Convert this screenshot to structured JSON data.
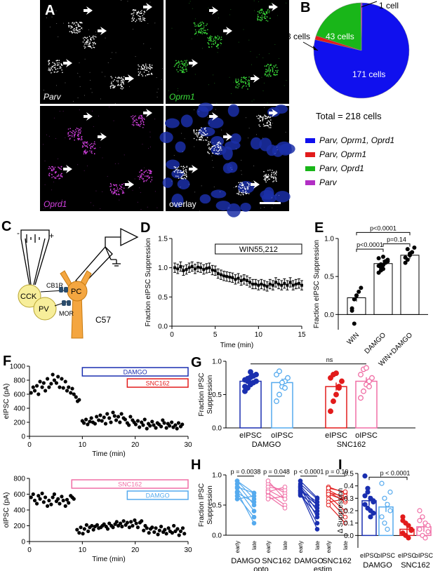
{
  "panels": {
    "a": "A",
    "b": "B",
    "c": "C",
    "d": "D",
    "e": "E",
    "f": "F",
    "g": "G",
    "h": "H",
    "i": "I"
  },
  "micrographs": {
    "parv": "Parv",
    "oprm1": "Oprm1",
    "oprd1": "Oprd1",
    "overlay": "overlay"
  },
  "pie": {
    "label_1cell": "1 cell",
    "label_3cells": "3 cells",
    "label_43cells": "43 cells",
    "label_171cells": "171 cells",
    "total": "Total = 218 cells",
    "legend": [
      {
        "label": "Parv, Oprm1, Oprd1",
        "color": "#1010ee"
      },
      {
        "label": "Parv, Oprm1",
        "color": "#e21b1b"
      },
      {
        "label": "Parv, Oprd1",
        "color": "#19b619"
      },
      {
        "label": "Parv",
        "color": "#b22fc4"
      }
    ]
  },
  "schematic": {
    "cck": "CCK",
    "pv": "PV",
    "pc": "PC",
    "cb1r": "CB1R",
    "mor": "MOR",
    "c57": "C57",
    "minus": "-",
    "plus": "+"
  },
  "chart_data": [
    {
      "panel": "A",
      "type": "other",
      "labels": [
        "Parv",
        "Oprm1",
        "Oprd1",
        "overlay"
      ]
    },
    {
      "panel": "B",
      "type": "pie",
      "categories": [
        "Parv, Oprm1, Oprd1",
        "Parv, Oprd1",
        "Parv, Oprm1",
        "Parv"
      ],
      "values": [
        171,
        43,
        3,
        1
      ],
      "total": 218
    },
    {
      "panel": "D",
      "type": "line",
      "xlabel": "Time (min)",
      "ylabel": "Fraction eIPSC Suppression",
      "xlim": [
        0,
        15
      ],
      "ylim": [
        0,
        1.5
      ],
      "xticks": [
        0,
        5,
        10,
        15
      ],
      "yticks": [
        0.0,
        0.5,
        1.0,
        1.5
      ],
      "annotation": "WIN55,212",
      "annotation_x": [
        5,
        15
      ],
      "x": [
        0.33,
        0.67,
        1.0,
        1.33,
        1.67,
        2.0,
        2.33,
        2.67,
        3.0,
        3.33,
        3.67,
        4.0,
        4.33,
        4.67,
        5.0,
        5.33,
        5.67,
        6.0,
        6.33,
        6.67,
        7.0,
        7.33,
        7.67,
        8.0,
        8.33,
        8.67,
        9.0,
        9.33,
        9.67,
        10.0,
        10.33,
        10.67,
        11.0,
        11.33,
        11.67,
        12.0,
        12.33,
        12.67,
        13.0,
        13.33,
        13.67,
        14.0,
        14.33,
        14.67,
        15.0
      ],
      "y": [
        1.0,
        0.98,
        1.02,
        0.95,
        0.97,
        1.0,
        1.02,
        0.98,
        1.01,
        1.0,
        0.97,
        0.99,
        1.0,
        0.96,
        0.95,
        0.9,
        0.88,
        0.86,
        0.85,
        0.84,
        0.83,
        0.8,
        0.82,
        0.78,
        0.8,
        0.78,
        0.75,
        0.72,
        0.72,
        0.7,
        0.72,
        0.7,
        0.68,
        0.72,
        0.7,
        0.75,
        0.72,
        0.7,
        0.73,
        0.7,
        0.75,
        0.7,
        0.72,
        0.73,
        0.7
      ],
      "err": 0.08
    },
    {
      "panel": "E",
      "type": "bar",
      "categories": [
        "WIN",
        "DAMGO",
        "WIN+DAMGO"
      ],
      "values": [
        0.22,
        0.67,
        0.78
      ],
      "ylabel": "Fraction eIPSC Suppression",
      "ylim": [
        -0.2,
        1.0
      ],
      "yticks": [
        0.0,
        0.5,
        1.0
      ],
      "points": [
        [
          0.05,
          0.2,
          0.25,
          0.3,
          0.35,
          0.08,
          -0.12,
          0.25
        ],
        [
          0.55,
          0.62,
          0.65,
          0.7,
          0.72,
          0.74,
          0.66,
          0.6,
          0.68,
          0.7,
          0.64,
          0.58,
          0.76
        ],
        [
          0.68,
          0.72,
          0.8,
          0.82,
          0.88,
          0.75,
          0.86,
          0.78
        ]
      ],
      "significance": [
        {
          "pair": [
            "WIN",
            "DAMGO"
          ],
          "label": "p<0.0001"
        },
        {
          "pair": [
            "DAMGO",
            "WIN+DAMGO"
          ],
          "label": "p=0.14"
        },
        {
          "pair": [
            "WIN",
            "WIN+DAMGO"
          ],
          "label": "p<0.0001"
        }
      ]
    },
    {
      "panel": "F-top",
      "type": "scatter",
      "ylabel": "eIPSC (pA)",
      "xlabel": "Time (min)",
      "xlim": [
        0,
        30
      ],
      "ylim": [
        0,
        1000
      ],
      "xticks": [
        0,
        10,
        20,
        30
      ],
      "yticks": [
        0,
        200,
        400,
        600,
        800,
        1000
      ],
      "annotations": [
        {
          "label": "DAMGO",
          "x": [
            10,
            30
          ],
          "color": "#1a2fb0"
        },
        {
          "label": "SNC162",
          "x": [
            18.5,
            30
          ],
          "color": "#e21b1b"
        }
      ],
      "x": [
        0.3,
        0.7,
        1.0,
        1.4,
        1.7,
        2.0,
        2.4,
        2.7,
        3.0,
        3.4,
        3.7,
        4.1,
        4.4,
        4.7,
        5.1,
        5.4,
        5.7,
        6.1,
        6.4,
        6.8,
        7.1,
        7.4,
        7.8,
        8.1,
        8.4,
        8.8,
        9.1,
        9.4,
        10.0,
        10.3,
        10.7,
        11.0,
        11.4,
        11.7,
        12.0,
        12.4,
        12.7,
        13.1,
        13.4,
        13.7,
        14.1,
        14.4,
        14.7,
        15.1,
        15.4,
        15.8,
        16.1,
        16.4,
        16.8,
        17.1,
        17.4,
        17.8,
        18.1,
        18.5,
        18.8,
        19.1,
        19.5,
        19.8,
        20.1,
        20.5,
        20.8,
        21.2,
        21.5,
        21.8,
        22.2,
        22.5,
        22.8,
        23.2,
        23.5,
        23.9,
        24.2,
        24.5,
        24.9,
        25.2,
        25.5,
        25.9,
        26.2,
        26.5,
        26.9,
        27.2,
        27.6,
        27.9,
        28.2,
        28.6,
        28.9
      ],
      "y": [
        620,
        700,
        650,
        720,
        600,
        780,
        700,
        760,
        650,
        820,
        700,
        750,
        880,
        800,
        760,
        850,
        700,
        820,
        690,
        780,
        650,
        700,
        620,
        680,
        600,
        560,
        500,
        520,
        220,
        190,
        240,
        170,
        210,
        260,
        200,
        180,
        280,
        230,
        300,
        220,
        270,
        180,
        320,
        260,
        200,
        340,
        290,
        230,
        280,
        200,
        320,
        260,
        240,
        190,
        160,
        280,
        230,
        200,
        170,
        220,
        130,
        200,
        160,
        240,
        110,
        180,
        150,
        210,
        160,
        120,
        190,
        170,
        140,
        230,
        190,
        120,
        180,
        150,
        200,
        130,
        160,
        110,
        190,
        140,
        170
      ]
    },
    {
      "panel": "F-bottom",
      "type": "scatter",
      "ylabel": "oIPSC (pA)",
      "xlabel": "Time (min)",
      "xlim": [
        0,
        30
      ],
      "ylim": [
        0,
        800
      ],
      "xticks": [
        0,
        10,
        20,
        30
      ],
      "yticks": [
        0,
        200,
        400,
        600,
        800
      ],
      "annotations": [
        {
          "label": "SNC162",
          "x": [
            8,
            30
          ],
          "color": "#f06ea5"
        },
        {
          "label": "DAMGO",
          "x": [
            18.5,
            30
          ],
          "color": "#55aaee"
        }
      ],
      "x": [
        0.3,
        0.7,
        1.0,
        1.4,
        1.7,
        2.0,
        2.4,
        2.7,
        3.0,
        3.4,
        3.7,
        4.1,
        4.4,
        4.7,
        5.1,
        5.4,
        5.7,
        6.1,
        6.4,
        6.8,
        7.1,
        7.4,
        7.8,
        8.1,
        8.4,
        9.0,
        9.4,
        9.7,
        10.1,
        10.4,
        10.8,
        11.1,
        11.4,
        11.8,
        12.1,
        12.4,
        12.8,
        13.1,
        13.5,
        13.8,
        14.1,
        14.5,
        14.8,
        15.1,
        15.5,
        15.8,
        16.2,
        16.5,
        16.8,
        17.2,
        17.5,
        17.8,
        18.2,
        18.5,
        18.9,
        19.2,
        19.5,
        19.9,
        20.2,
        20.5,
        20.9,
        21.2,
        21.6,
        21.9,
        22.2,
        22.6,
        22.9,
        23.2,
        23.6,
        23.9,
        24.3,
        24.6,
        24.9,
        25.3,
        25.6,
        25.9,
        26.3,
        26.6,
        27.0,
        27.3,
        27.6,
        28.0,
        28.3,
        28.6,
        29.0,
        29.3
      ],
      "y": [
        560,
        600,
        520,
        480,
        580,
        540,
        610,
        500,
        560,
        450,
        520,
        470,
        560,
        600,
        510,
        540,
        480,
        570,
        520,
        450,
        530,
        490,
        580,
        560,
        540,
        150,
        110,
        180,
        100,
        160,
        210,
        130,
        180,
        200,
        150,
        190,
        210,
        170,
        180,
        200,
        220,
        190,
        160,
        230,
        200,
        180,
        220,
        250,
        200,
        230,
        190,
        260,
        210,
        240,
        180,
        250,
        200,
        270,
        230,
        180,
        240,
        260,
        140,
        200,
        170,
        110,
        160,
        180,
        120,
        170,
        90,
        140,
        190,
        120,
        150,
        100,
        170,
        130,
        110,
        200,
        130,
        160,
        80,
        130,
        170,
        100
      ]
    },
    {
      "panel": "G",
      "type": "bar",
      "categories": [
        "eIPSC DAMGO",
        "oIPSC DAMGO",
        "eIPSC SNC162",
        "oIPSC SNC162"
      ],
      "tick_labels": [
        "eIPSC",
        "oIPSC",
        "eIPSC",
        "oIPSC"
      ],
      "group_labels": [
        "DAMGO",
        "SNC162"
      ],
      "values": [
        0.7,
        0.68,
        0.62,
        0.7
      ],
      "ylabel": "Fraction IPSC Suppression",
      "ylim": [
        0,
        1.0
      ],
      "yticks": [
        0.0,
        0.5,
        1.0
      ],
      "colors": [
        "#1a2fb0",
        "#55aaee",
        "#e21b1b",
        "#f06ea5"
      ],
      "points": [
        [
          0.55,
          0.6,
          0.65,
          0.68,
          0.7,
          0.72,
          0.74,
          0.76,
          0.78,
          0.8,
          0.62,
          0.7,
          0.84
        ],
        [
          0.4,
          0.5,
          0.62,
          0.7,
          0.75,
          0.8,
          0.85,
          0.68,
          0.6
        ],
        [
          0.25,
          0.4,
          0.5,
          0.6,
          0.7,
          0.75,
          0.8,
          0.82,
          0.62
        ],
        [
          0.45,
          0.55,
          0.65,
          0.7,
          0.75,
          0.8,
          0.88,
          0.9,
          0.62
        ]
      ],
      "significance": [
        {
          "pair": [
            "eIPSC DAMGO",
            "oIPSC SNC162"
          ],
          "label": "ns"
        }
      ]
    },
    {
      "panel": "H",
      "type": "line",
      "ylabel": "Fraction IPSC Suppression",
      "ylim": [
        0,
        1.0
      ],
      "yticks": [
        0.0,
        0.5,
        1.0
      ],
      "tick_labels": [
        "early",
        "late",
        "early",
        "late",
        "early",
        "late",
        "early",
        "late"
      ],
      "group_labels": [
        "DAMGO",
        "SNC162",
        "DAMGO",
        "SNC162"
      ],
      "subgroup_labels": [
        "opto",
        "estim"
      ],
      "colors": [
        "#55aaee",
        "#f06ea5",
        "#1a2fb0",
        "#e21b1b"
      ],
      "significance": [
        "p = 0.0038",
        "p = 0.048",
        "p < 0.0001",
        "p = 0.10"
      ],
      "series": [
        {
          "early": [
            0.9,
            0.85,
            0.8,
            0.78,
            0.72,
            0.7,
            0.65,
            0.6,
            0.9
          ],
          "late": [
            0.6,
            0.5,
            0.7,
            0.4,
            0.2,
            0.55,
            0.3,
            0.65,
            0.7
          ]
        },
        {
          "early": [
            0.85,
            0.8,
            0.75,
            0.7,
            0.65,
            0.6,
            0.72,
            0.9
          ],
          "late": [
            0.7,
            0.75,
            0.6,
            0.5,
            0.45,
            0.65,
            0.8,
            0.6
          ]
        },
        {
          "early": [
            0.85,
            0.82,
            0.8,
            0.75,
            0.72,
            0.7,
            0.68,
            0.66,
            0.9,
            0.78,
            0.74
          ],
          "late": [
            0.6,
            0.5,
            0.4,
            0.55,
            0.2,
            0.1,
            0.45,
            0.35,
            0.62,
            0.3,
            0.5
          ]
        },
        {
          "early": [
            0.8,
            0.75,
            0.7,
            0.72,
            0.65,
            0.6,
            0.55,
            0.5,
            0.78,
            0.68
          ],
          "late": [
            0.7,
            0.6,
            0.65,
            0.55,
            0.4,
            0.3,
            0.6,
            0.2,
            0.72,
            0.58
          ]
        }
      ]
    },
    {
      "panel": "I",
      "type": "bar",
      "categories": [
        "eIPSC DAMGO",
        "oIPSC DAMGO",
        "eIPSC SNC162",
        "oIPSC SNC162"
      ],
      "tick_labels": [
        "eIPSC",
        "oIPSC",
        "eIPSC",
        "oIPSC"
      ],
      "group_labels": [
        "DAMGO",
        "SNC162"
      ],
      "values": [
        0.28,
        0.23,
        0.05,
        0.07
      ],
      "ylabel": "Δ Suppression",
      "ylim": [
        -0.1,
        0.5
      ],
      "yticks": [
        0.0,
        0.1,
        0.2,
        0.3,
        0.4,
        0.5
      ],
      "colors": [
        "#1a2fb0",
        "#55aaee",
        "#e21b1b",
        "#f06ea5"
      ],
      "points": [
        [
          0.48,
          0.35,
          0.3,
          0.28,
          0.25,
          0.22,
          0.2,
          0.18,
          0.32,
          0.38,
          0.15,
          0.27
        ],
        [
          0.42,
          0.3,
          0.25,
          0.2,
          0.15,
          0.1,
          0.05,
          0.35
        ],
        [
          0.15,
          0.1,
          0.08,
          0.05,
          0.02,
          0.0,
          -0.02,
          0.04,
          0.12
        ],
        [
          0.2,
          0.15,
          0.1,
          0.08,
          0.05,
          0.0,
          -0.02,
          0.03,
          0.12
        ]
      ],
      "significance": [
        {
          "pair": [
            "eIPSC DAMGO",
            "eIPSC SNC162"
          ],
          "label": "p < 0.0001"
        }
      ]
    }
  ]
}
